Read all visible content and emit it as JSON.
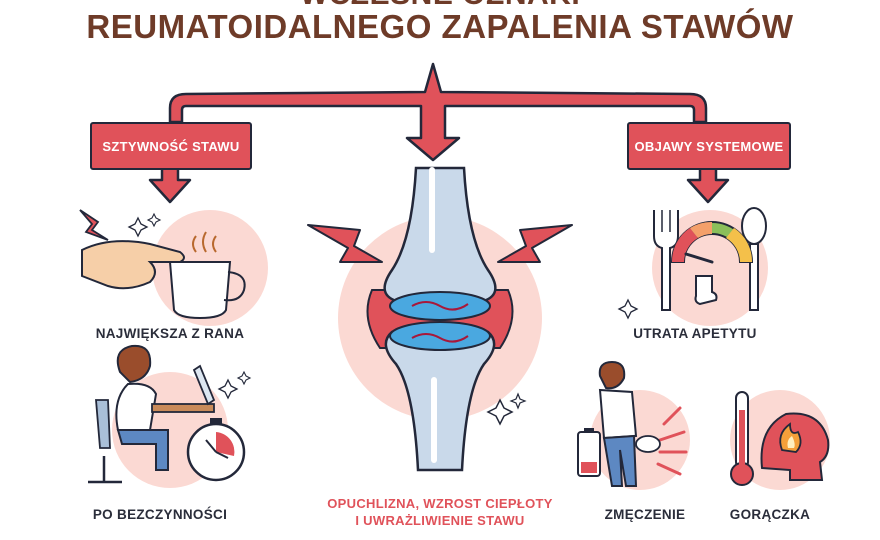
{
  "title": {
    "line1": "WCZESNE OZNAKI",
    "line2": "REUMATOIDALNEGO ZAPALENIA STAWÓW"
  },
  "branches": {
    "left": "SZTYWNOŚĆ STAWU",
    "right": "OBJAWY SYSTEMOWE"
  },
  "items": {
    "morning": "NAJWIĘKSZA Z RANA",
    "inactivity": "PO BEZCZYNNOŚCI",
    "appetite": "UTRATA APETYTU",
    "fatigue": "ZMĘCZENIE",
    "fever": "GORĄCZKA"
  },
  "center": {
    "line1": "OPUCHLIZNA, WZROST CIEPŁOTY",
    "line2": "I UWRAŻLIWIENIE STAWU"
  },
  "colors": {
    "accent_red": "#e0525a",
    "outline": "#23283a",
    "title_brown": "#6e3b28",
    "soft_pink": "#fbd9d3",
    "bone_blue": "#c9d9ea",
    "cartilage_blue": "#4aa8e0"
  }
}
